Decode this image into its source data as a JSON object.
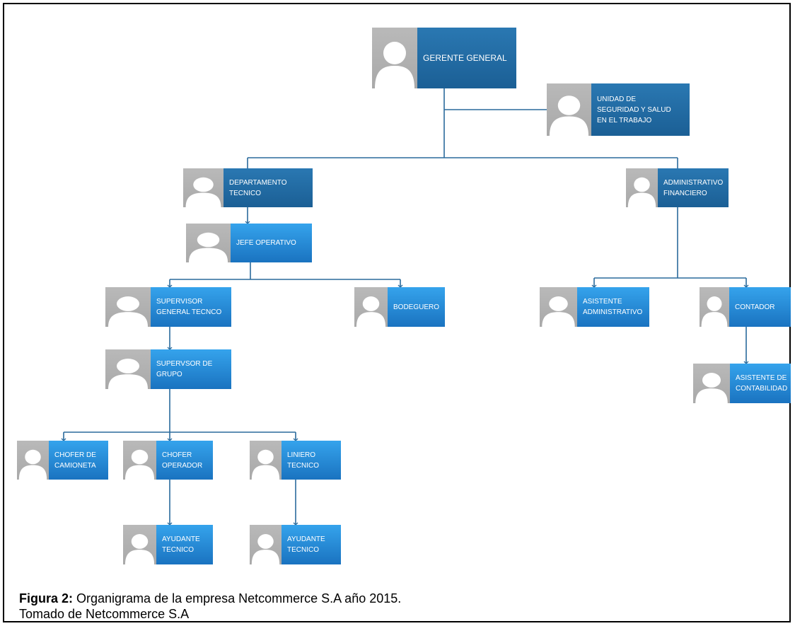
{
  "colors": {
    "dark_box": "#1b5f95",
    "light_box": "#1a73c0",
    "photo_placeholder": "#b0b0b0",
    "connector": "#2a6a9c"
  },
  "icons": {
    "photo": "person-silhouette-icon"
  },
  "nodes": {
    "gerente": "GERENTE GENERAL",
    "seguridad": "UNIDAD DE\nSEGURIDAD Y SALUD\nEN EL TRABAJO",
    "depto_tecnico": "DEPARTAMENTO\nTECNICO",
    "admin_financiero": "ADMINISTRATIVO\nFINANCIERO",
    "jefe_operativo": "JEFE OPERATIVO",
    "supervisor_general": "SUPERVISOR\nGENERAL TECNCO",
    "bodeguero": "BODEGUERO",
    "asistente_admin": "ASISTENTE\nADMINISTRATIVO",
    "contador": "CONTADOR",
    "supervisor_grupo": "SUPERVSOR DE\nGRUPO",
    "asistente_contabilidad": "ASISTENTE DE\nCONTABILIDAD",
    "chofer_camioneta": "CHOFER DE\nCAMIONETA",
    "chofer_operador": "CHOFER\nOPERADOR",
    "liniero": "LINIERO\nTECNICO",
    "ayudante_1": "AYUDANTE\nTECNICO",
    "ayudante_2": "AYUDANTE\nTECNICO"
  },
  "caption": {
    "label": "Figura 2:",
    "text": " Organigrama de la empresa Netcommerce S.A año 2015.",
    "source": "Tomado de Netcommerce S.A"
  }
}
